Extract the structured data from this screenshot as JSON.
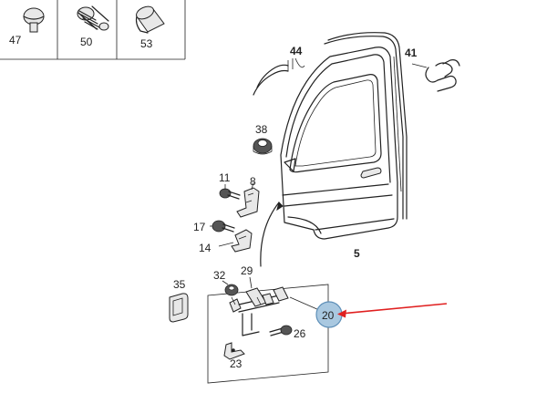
{
  "legend_parts": [
    {
      "id": "part-47",
      "label": "47",
      "icon": "push-pin-clip-icon"
    },
    {
      "id": "part-50",
      "label": "50",
      "icon": "threaded-plug-icon"
    },
    {
      "id": "part-53",
      "label": "53",
      "icon": "cylinder-cap-icon"
    }
  ],
  "callouts": {
    "door_seal": "44",
    "seal_clip": "41",
    "nut": "38",
    "screw_upper": "11",
    "hinge_upper": "8",
    "screw_lower": "17",
    "hinge_lower": "14",
    "door": "5",
    "bumper": "35",
    "bolt": "32",
    "check_strap_pin": "29",
    "screw_strap": "26",
    "bracket": "23",
    "check_strap": "20"
  },
  "colors": {
    "highlight_fill": "#a9c8e0",
    "highlight_stroke": "#5e8fb8",
    "arrow": "#e02020",
    "line": "#222222"
  }
}
